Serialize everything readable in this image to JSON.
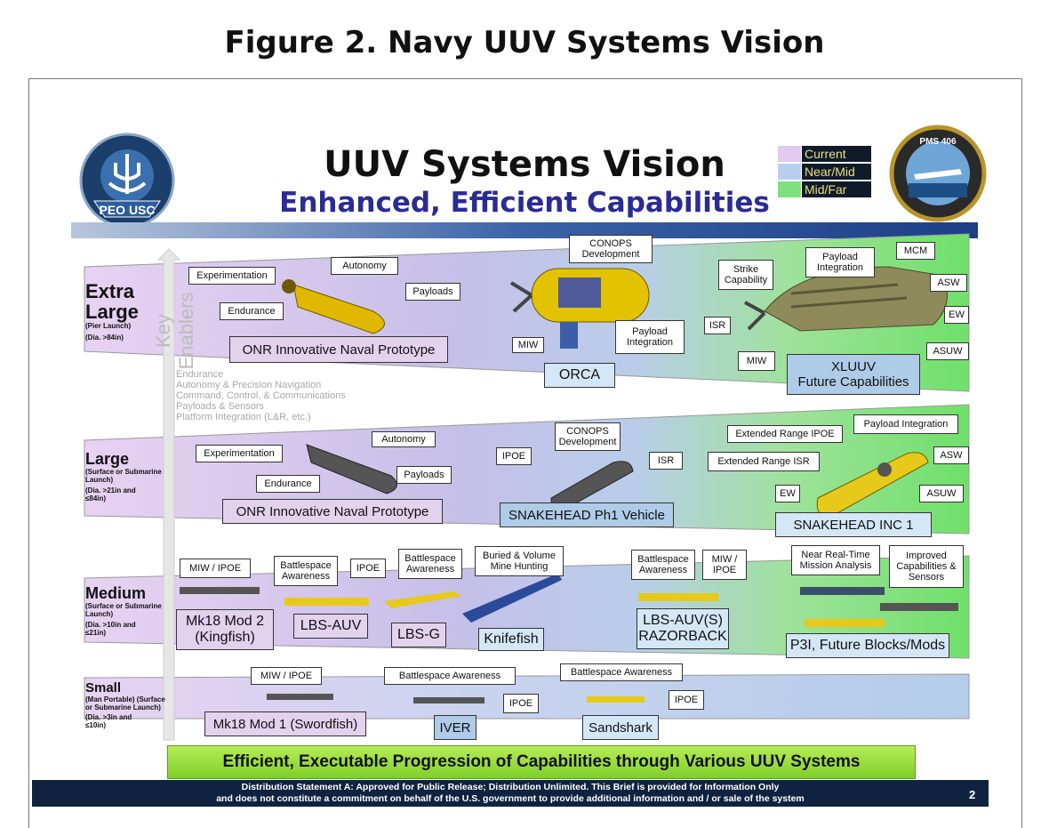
{
  "figure_title": "Figure 2. Navy UUV Systems Vision",
  "slide": {
    "title": "UUV Systems Vision",
    "subtitle": "Enhanced, Efficient Capabilities",
    "left_logo_text": "PEO USC",
    "right_logo_text": "PMS 406",
    "legend": [
      {
        "label": "Current",
        "color": "#e3c8f0"
      },
      {
        "label": "Near/Mid",
        "color": "#b8cfee"
      },
      {
        "label": "Mid/Far",
        "color": "#7fe07f"
      }
    ],
    "key_enablers": {
      "label": "Key Enablers",
      "items": [
        "Endurance",
        "Autonomy & Precision Navigation",
        "Command, Control, & Communications",
        "Payloads & Sensors",
        "Platform Integration (L&R, etc.)"
      ]
    },
    "classes": {
      "xl": {
        "name1": "Extra",
        "name2": "Large",
        "launch": "(Pier Launch)",
        "dia": "(Dia. >84in)"
      },
      "large": {
        "name": "Large",
        "launch": "(Surface or Submarine Launch)",
        "dia": "(Dia. >21in and ≤84in)"
      },
      "medium": {
        "name": "Medium",
        "launch": "(Surface or Submarine Launch)",
        "dia": "(Dia. >10in and ≤21in)"
      },
      "small": {
        "name": "Small",
        "launch": "(Man Portable) (Surface or Submarine Launch)",
        "dia": "(Dia. >3in and ≤10in)"
      }
    },
    "xl_row": {
      "experimentation": "Experimentation",
      "autonomy": "Autonomy",
      "payloads": "Payloads",
      "endurance": "Endurance",
      "onr": "ONR Innovative Naval Prototype",
      "conops": "CONOPS Development",
      "miw_orca": "MIW",
      "payload_integration_orca": "Payload Integration",
      "orca": "ORCA",
      "strike": "Strike Capability",
      "payload_integration": "Payload Integration",
      "mcm": "MCM",
      "asw": "ASW",
      "ew": "EW",
      "isr": "ISR",
      "asuw": "ASUW",
      "miw": "MIW",
      "xluuv_1": "XLUUV",
      "xluuv_2": "Future Capabilities"
    },
    "large_row": {
      "experimentation": "Experimentation",
      "autonomy": "Autonomy",
      "endurance": "Endurance",
      "payloads": "Payloads",
      "onr": "ONR Innovative Naval Prototype",
      "ipoe": "IPOE",
      "conops": "CONOPS Development",
      "isr": "ISR",
      "snakehead_ph1": "SNAKEHEAD Ph1 Vehicle",
      "extended_ipoe": "Extended Range IPOE",
      "payload_integration": "Payload Integration",
      "extended_isr": "Extended Range ISR",
      "asw": "ASW",
      "ew": "EW",
      "asuw": "ASUW",
      "snakehead_inc1": "SNAKEHEAD  INC 1"
    },
    "medium_row": {
      "miw_ipoe": "MIW / IPOE",
      "battlespace1": "Battlespace Awareness",
      "ipoe": "IPOE",
      "battlespace2": "Battlespace Awareness",
      "buried": "Buried & Volume Mine Hunting",
      "battlespace3": "Battlespace Awareness",
      "miw_ipoe2": "MIW / IPOE",
      "near_real_time": "Near Real-Time Mission Analysis",
      "improved": "Improved Capabilities & Sensors",
      "mk18_1": "Mk18 Mod 2",
      "mk18_2": "(Kingfish)",
      "lbs_auv": "LBS-AUV",
      "lbs_g": "LBS-G",
      "knifefish": "Knifefish",
      "razor_1": "LBS-AUV(S)",
      "razor_2": "RAZORBACK",
      "p3i": "P3I, Future Blocks/Mods"
    },
    "small_row": {
      "miw_ipoe": "MIW / IPOE",
      "battlespace1": "Battlespace Awareness",
      "battlespace2": "Battlespace Awareness",
      "ipoe1": "IPOE",
      "ipoe2": "IPOE",
      "mk18": "Mk18 Mod 1 (Swordfish)",
      "iver": "IVER",
      "sandshark": "Sandshark"
    },
    "footer_banner": "Efficient, Executable Progression of Capabilities through Various UUV Systems",
    "distribution_line1": "Distribution Statement A:  Approved for Public Release; Distribution Unlimited. This Brief is provided for Information Only",
    "distribution_line2": "and does not constitute a commitment on behalf of the U.S. government to provide additional information and / or sale of the system",
    "page_number": "2"
  }
}
